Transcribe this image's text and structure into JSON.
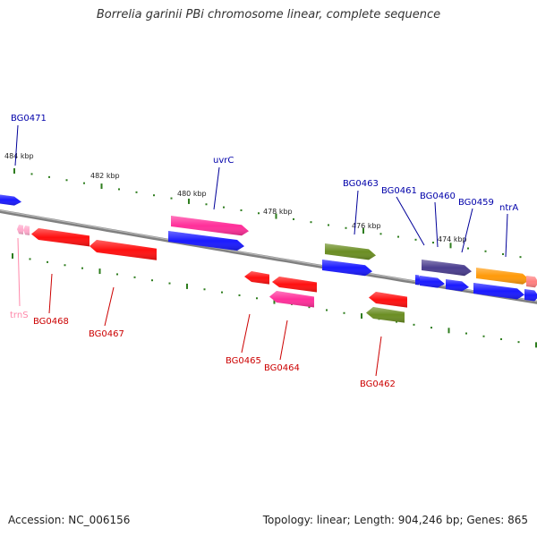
{
  "title": "Borrelia garinii PBi chromosome linear, complete sequence",
  "footer": {
    "accession": "Accession: NC_006156",
    "stats": "Topology: linear; Length: 904,246 bp; Genes: 865"
  },
  "scale": {
    "ticks": [
      {
        "label": "484 kbp",
        "kbp": 484
      },
      {
        "label": "482 kbp",
        "kbp": 482
      },
      {
        "label": "480 kbp",
        "kbp": 480
      },
      {
        "label": "478 kbp",
        "kbp": 478
      },
      {
        "label": "476 kbp",
        "kbp": 476
      },
      {
        "label": "474 kbp",
        "kbp": 474
      }
    ]
  },
  "colors": {
    "backbone": "#808080",
    "tick": "#2e7d1e",
    "label_top": "#0000aa",
    "label_bottom": "#cc0000",
    "label_trna": "#ff88aa",
    "leader": "#000099",
    "leader_bottom": "#cc0000",
    "blue": "#1a1aff",
    "red": "#ff1010",
    "magenta": "#ff2f9a",
    "olive": "#6b8e23",
    "purple": "#4b3e8f",
    "orange": "#ff9a0a",
    "salmon": "#ff8080",
    "pink": "#ffaacc"
  },
  "genes": [
    {
      "name": "BG0471",
      "strand": "top",
      "color": "blue"
    },
    {
      "name": "uvrC",
      "strand": "top",
      "color": "magenta"
    },
    {
      "name": "",
      "strand": "top",
      "color": "blue"
    },
    {
      "name": "BG0463",
      "strand": "top",
      "color": "olive"
    },
    {
      "name": "",
      "strand": "top",
      "color": "blue"
    },
    {
      "name": "BG0461",
      "strand": "top",
      "color": "blue"
    },
    {
      "name": "BG0460",
      "strand": "top",
      "color": "purple"
    },
    {
      "name": "BG0459",
      "strand": "top",
      "color": "blue"
    },
    {
      "name": "ntrA",
      "strand": "top",
      "color": "orange"
    },
    {
      "name": "",
      "strand": "top",
      "color": "blue"
    },
    {
      "name": "trnS",
      "strand": "bottom",
      "color": "pink"
    },
    {
      "name": "BG0468",
      "strand": "bottom",
      "color": "red"
    },
    {
      "name": "BG0467",
      "strand": "bottom",
      "color": "red"
    },
    {
      "name": "BG0465",
      "strand": "bottom",
      "color": "red"
    },
    {
      "name": "BG0464",
      "strand": "bottom",
      "color": "magenta"
    },
    {
      "name": "BG0462",
      "strand": "bottom",
      "color": "olive"
    },
    {
      "name": "",
      "strand": "bottom",
      "color": "red"
    }
  ]
}
